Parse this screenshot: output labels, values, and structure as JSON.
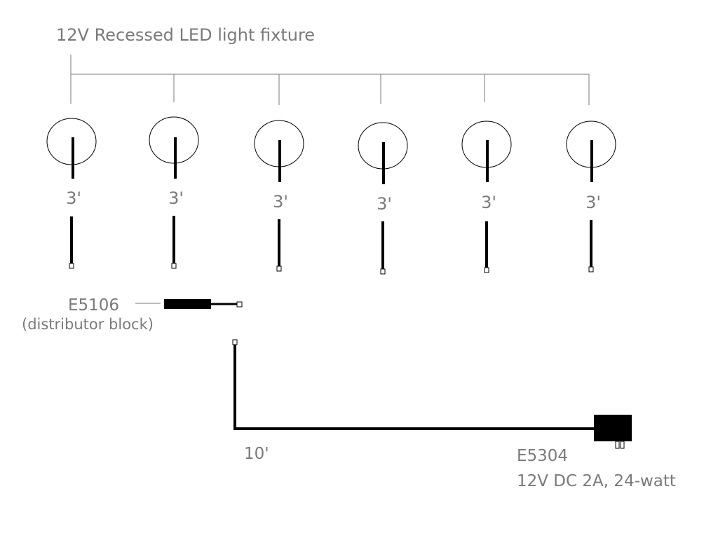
{
  "diagram": {
    "title": "12V Recessed LED  light fixture",
    "fixtures": [
      {
        "cable_length": "3'"
      },
      {
        "cable_length": "3'"
      },
      {
        "cable_length": "3'"
      },
      {
        "cable_length": "3'"
      },
      {
        "cable_length": "3'"
      },
      {
        "cable_length": "3'"
      }
    ],
    "distributor": {
      "part_number": "E5106",
      "description": "(distributor block)"
    },
    "main_cable": {
      "length": "10'"
    },
    "power_supply": {
      "part_number": "E5304",
      "spec": "12V DC 2A, 24-watt"
    },
    "colors": {
      "wire": "#000000",
      "bracket": "#7a7a7a",
      "text": "#7a7a7a"
    }
  }
}
